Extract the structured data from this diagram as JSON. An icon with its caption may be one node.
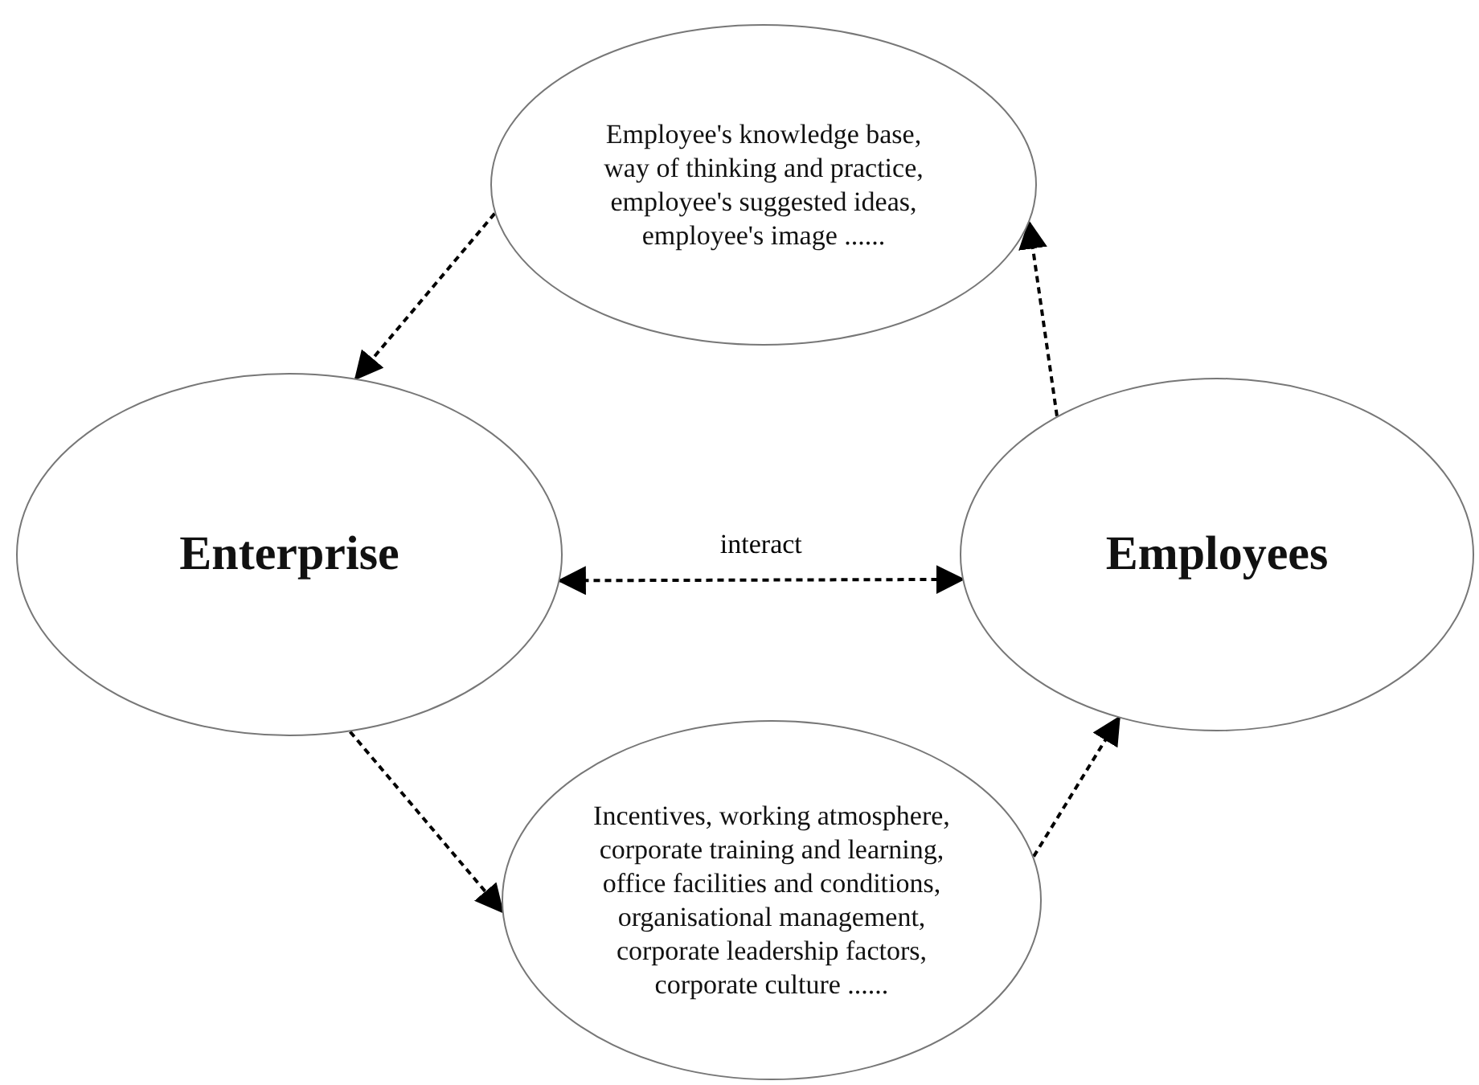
{
  "diagram": {
    "nodes": [
      {
        "text": [
          "Employee's knowledge base, way of thinking and practice, employee's suggested ideas, employee's image ......"
        ]
      },
      {
        "text": [
          "Enterprise"
        ]
      },
      {
        "text": [
          "Employees"
        ]
      },
      {
        "text": [
          "Incentives, working atmosphere, corporate training and learning, office facilities and conditions, organisational management, corporate leadership factors, corporate culture ......"
        ]
      }
    ],
    "edges": [
      {
        "from": 0,
        "to": 1,
        "arrow": "to",
        "style": "dashed"
      },
      {
        "from": 2,
        "to": 0,
        "arrow": "to",
        "style": "dashed"
      },
      {
        "from": 1,
        "to": 2,
        "arrow": "both",
        "style": "dashed",
        "label": "interact"
      },
      {
        "from": 1,
        "to": 3,
        "arrow": "to",
        "style": "dashed"
      },
      {
        "from": 3,
        "to": 2,
        "arrow": "to",
        "style": "dashed"
      }
    ]
  }
}
